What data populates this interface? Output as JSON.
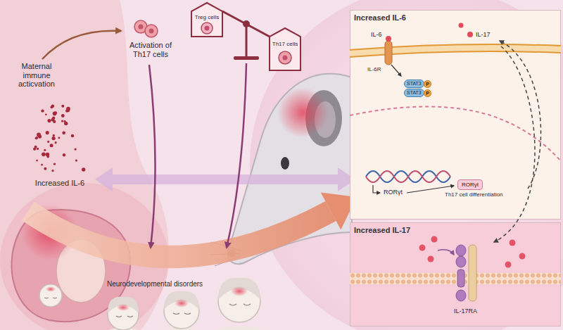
{
  "diagram": {
    "nodes": [
      {
        "text": [
          "Increased IL-6"
        ]
      },
      {
        "text": [
          "STAT3"
        ],
        "in": 0
      },
      {
        "text": [
          "P"
        ],
        "in": 0
      },
      {
        "text": [
          "STAT3"
        ],
        "in": 0
      },
      {
        "text": [
          "P"
        ],
        "in": 0
      },
      {
        "text": [
          "RORγt"
        ],
        "in": 0
      },
      {
        "text": [
          "Increased IL-17"
        ]
      }
    ],
    "labels": [
      "Maternal immune acticvation",
      "Increased IL-6",
      "Activation of Th17 cells",
      "Treg cells",
      "Th17 cells",
      "Neurodevelopmental disorders",
      "IL-6",
      "IL-17",
      "IL-6R",
      "RORγt",
      "Th17 cell differentiation",
      "IL-17RA"
    ]
  }
}
